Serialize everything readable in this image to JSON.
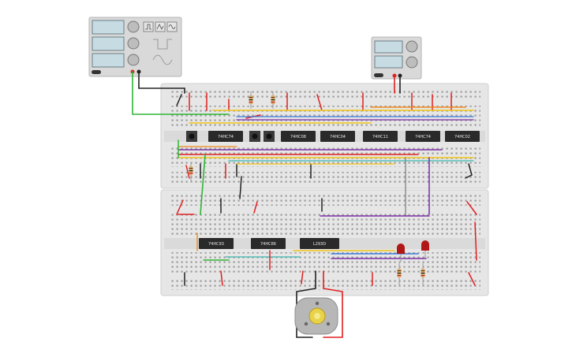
{
  "chips": {
    "top": [
      "74HC74",
      "74HC08",
      "74HC04",
      "74HC11",
      "74HC74",
      "74HC02"
    ],
    "bottom": [
      "74HC93",
      "74HC86",
      "L293D"
    ]
  },
  "function_generator": {
    "waveform_icons": [
      "square-wave-icon",
      "triangle-wave-icon",
      "sine-wave-icon"
    ]
  },
  "power_supply": {},
  "colors": {
    "board": "#e6e6e6",
    "wire_red": "#e02020",
    "wire_black": "#222222",
    "wire_green": "#2fb534",
    "wire_yellow": "#f0c419",
    "wire_purple": "#7b2fa6",
    "wire_blue": "#3d7bd9",
    "wire_orange": "#f08a1a",
    "wire_teal": "#39b6b0",
    "chip": "#2a2a2a",
    "led": "#b01818"
  }
}
